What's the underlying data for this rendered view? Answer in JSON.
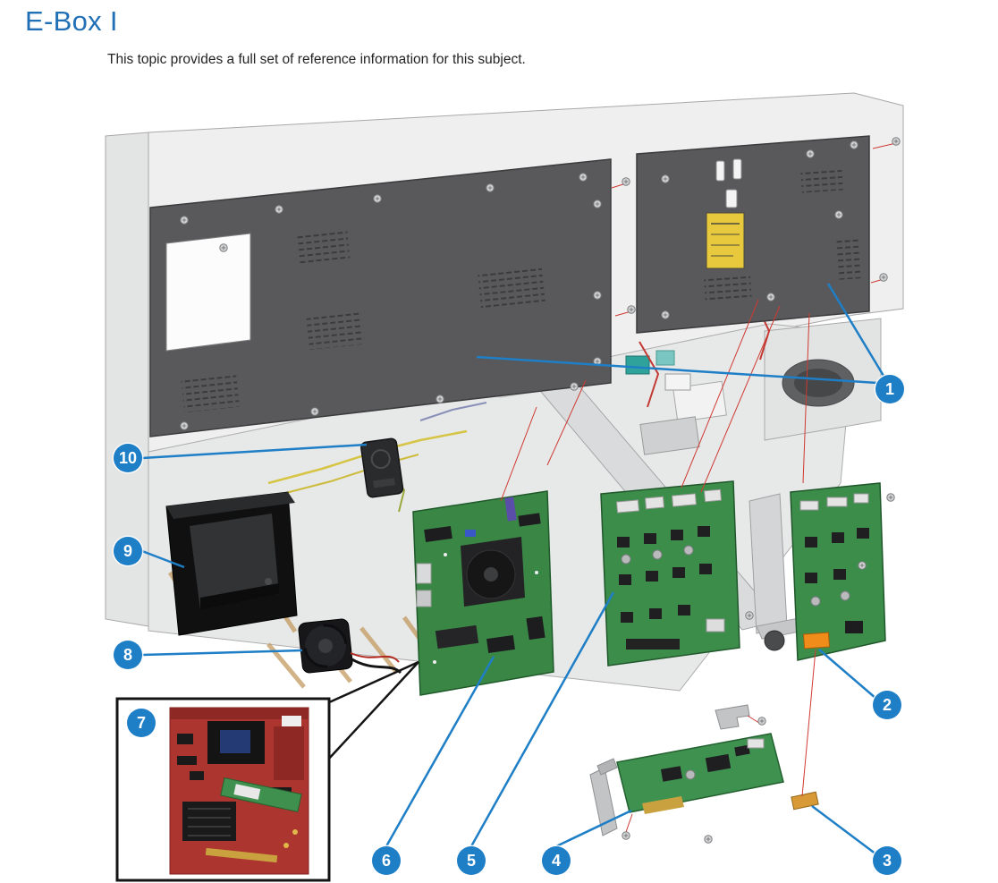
{
  "doc": {
    "title": "E-Box I",
    "intro": "This topic provides a full set of reference information for this subject."
  },
  "theme": {
    "heading_blue": "#2170b6",
    "callout_blue": "#1e7ec6",
    "panel_gray": "#59595b",
    "pcb_green": "#3c8c4a",
    "alignment_red": "#cf3a32",
    "warning_yellow": "#e8c93e",
    "inset_board_red": "#ad3530"
  },
  "callouts": [
    {
      "id": 1,
      "label": "1"
    },
    {
      "id": 2,
      "label": "2"
    },
    {
      "id": 3,
      "label": "3"
    },
    {
      "id": 4,
      "label": "4"
    },
    {
      "id": 5,
      "label": "5"
    },
    {
      "id": 6,
      "label": "6"
    },
    {
      "id": 7,
      "label": "7"
    },
    {
      "id": 8,
      "label": "8"
    },
    {
      "id": 9,
      "label": "9"
    },
    {
      "id": 10,
      "label": "10"
    }
  ]
}
